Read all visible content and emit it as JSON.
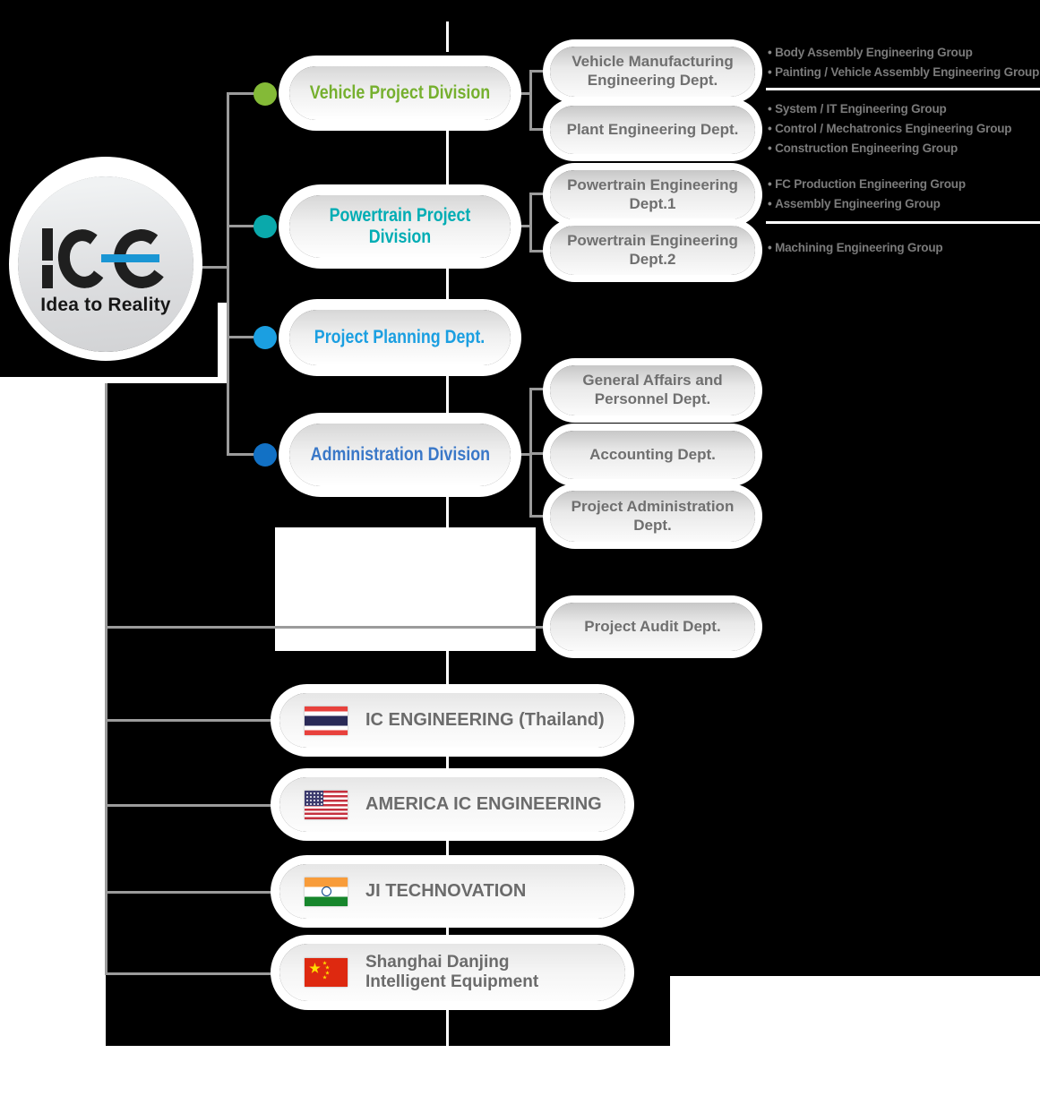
{
  "logo": {
    "brand": "ICE",
    "tagline": "Idea to Reality",
    "accent_color": "#1a96d4"
  },
  "divisions": [
    {
      "label": "Vehicle Project Division",
      "color": "#76b02f",
      "departments": [
        {
          "label": "Vehicle Manufacturing Engineering Dept.",
          "groups": [
            "Body Assembly Engineering Group",
            "Painting / Vehicle Assembly Engineering Group"
          ]
        },
        {
          "label": "Plant Engineering Dept.",
          "groups": [
            "System / IT Engineering Group",
            "Control / Mechatronics Engineering Group",
            "Construction Engineering Group"
          ]
        }
      ]
    },
    {
      "label": "Powertrain Project Division",
      "color": "#00adb4",
      "departments": [
        {
          "label": "Powertrain Engineering Dept.1",
          "groups": [
            "FC Production Engineering Group",
            "Assembly Engineering Group"
          ]
        },
        {
          "label": "Powertrain Engineering Dept.2",
          "groups": [
            "Machining Engineering Group"
          ]
        }
      ]
    },
    {
      "label": "Project Planning Dept.",
      "color": "#1b9fe1",
      "departments": []
    },
    {
      "label": "Administration Division",
      "color": "#3a78c8",
      "departments": [
        {
          "label": "General Affairs and Personnel Dept."
        },
        {
          "label": "Accounting Dept."
        },
        {
          "label": "Project Administration Dept."
        }
      ]
    }
  ],
  "independent_department": {
    "label": "Project Audit Dept."
  },
  "subsidiaries": [
    {
      "label": "IC ENGINEERING (Thailand)",
      "flag": "thailand-flag"
    },
    {
      "label": "AMERICA IC ENGINEERING",
      "flag": "usa-flag"
    },
    {
      "label": "JI TECHNOVATION",
      "flag": "india-flag"
    },
    {
      "label": "Shanghai Danjing Intelligent Equipment",
      "flag": "china-flag"
    }
  ]
}
